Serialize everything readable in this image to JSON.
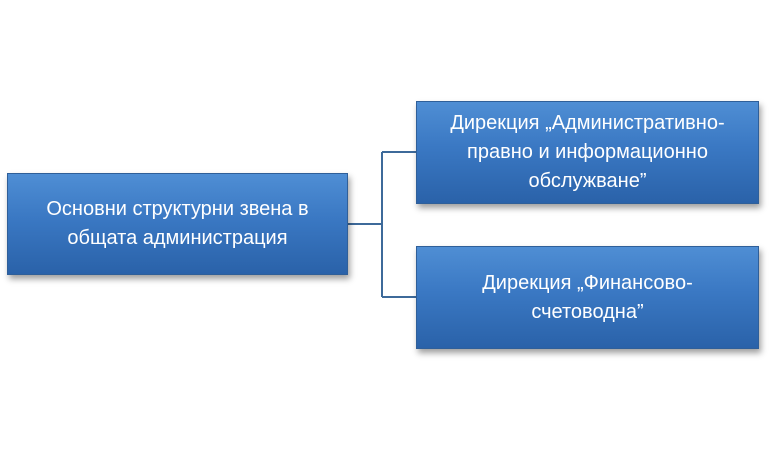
{
  "diagram": {
    "root": {
      "label": "Основни структурни звена в общата администрация"
    },
    "children": [
      {
        "label": "Дирекция „Административно-правно и информационно обслужване”"
      },
      {
        "label": "Дирекция „Финансово-счетоводна”"
      }
    ]
  },
  "colors": {
    "node_fill": "#3a78c3",
    "node_border": "#2f5f99",
    "connector": "#3d6a9a",
    "text": "#ffffff"
  }
}
